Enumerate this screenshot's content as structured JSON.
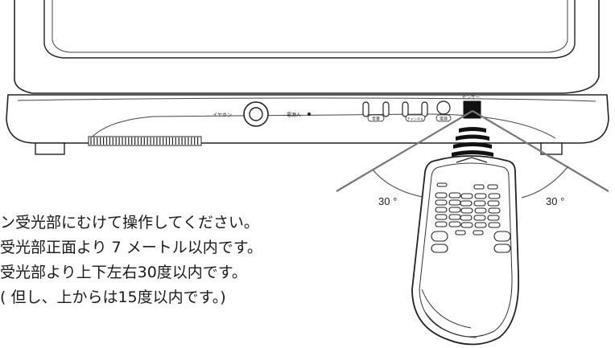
{
  "tv": {
    "earphone_label": "イヤホン",
    "power_label": "電源入",
    "button_group_1_label": "音量",
    "button_group_2_label": "チャンネル",
    "power_button_label": "電源",
    "sensor_label": "センサー"
  },
  "angles": {
    "left": "30 °",
    "right": "30 °"
  },
  "instructions": [
    "ン受光部にむけて操作してください。",
    "受光部正面より 7 メートル以内です。",
    "受光部より上下左右30度以内です。",
    "( 但し、上からは15度以内です。)"
  ]
}
